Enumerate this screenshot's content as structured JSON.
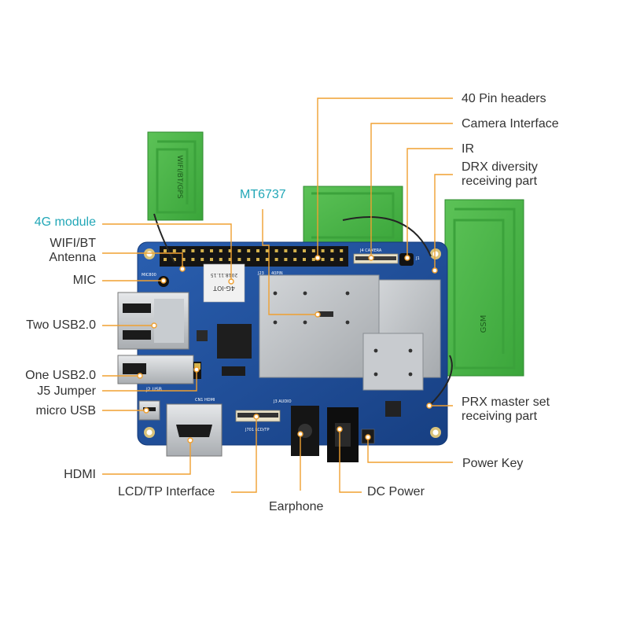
{
  "labels": {
    "pin_headers": "40 Pin headers",
    "camera_interface": "Camera Interface",
    "ir": "IR",
    "drx_line1": "DRX diversity",
    "drx_line2": "receiving part",
    "mt6737": "MT6737",
    "module_4g": "4G module",
    "wifi_bt_line1": "WIFI/BT",
    "wifi_bt_line2": "Antenna",
    "mic": "MIC",
    "two_usb": "Two USB2.0",
    "one_usb": "One USB2.0",
    "j5_jumper": "J5 Jumper",
    "micro_usb": "micro USB",
    "prx_line1": "PRX master set",
    "prx_line2": "receiving part",
    "power_key": "Power Key",
    "hdmi": "HDMI",
    "lcd_tp": "LCD/TP Interface",
    "earphone": "Earphone",
    "dc_power": "DC Power"
  },
  "board_text": {
    "antenna_text": "WIFI/BT/GPS",
    "gsm_text": "GSM",
    "module_text": "4G-IOT",
    "module_date": "2018.11.15",
    "j4_camera": "J4 CAMERA",
    "j23": "J23",
    "pin40": "40PIN",
    "cn1_hdmi": "CN1 HDMI",
    "j3_audio": "J3 AUDIO",
    "j701": "J701 LCD/TP",
    "j2_usb": "J2 USB",
    "mic_silk": "MIC800",
    "j1": "J1"
  },
  "colors": {
    "label_text": "#333333",
    "highlight_text": "#22a7b7",
    "leader_line": "#f0a030",
    "pcb_blue": "#1f4f98",
    "shield_silver": "#b9bcc0",
    "antenna_green": "#4db848"
  }
}
